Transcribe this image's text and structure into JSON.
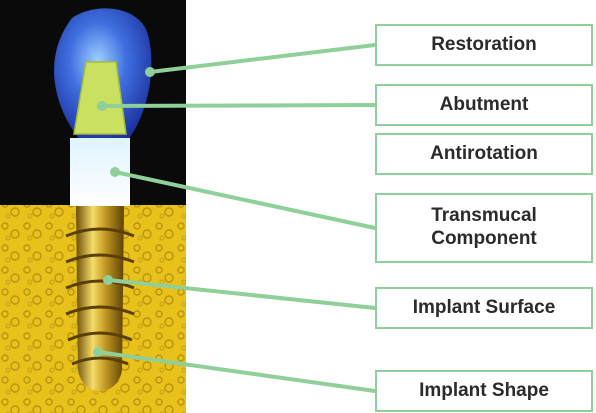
{
  "labels": {
    "restoration": "Restoration",
    "abutment": "Abutment",
    "antirotation": "Antirotation",
    "transmucal": "Transmucal\nComponent",
    "implant_surface": "Implant Surface",
    "implant_shape": "Implant Shape"
  },
  "colors": {
    "background_top": "#0a0a0a",
    "bone": "#e8c21a",
    "leader_line": "#8fcf9a",
    "crown": "#3f6fe0",
    "abutment": "#c9e060",
    "implant_gold": "#b8901e"
  }
}
